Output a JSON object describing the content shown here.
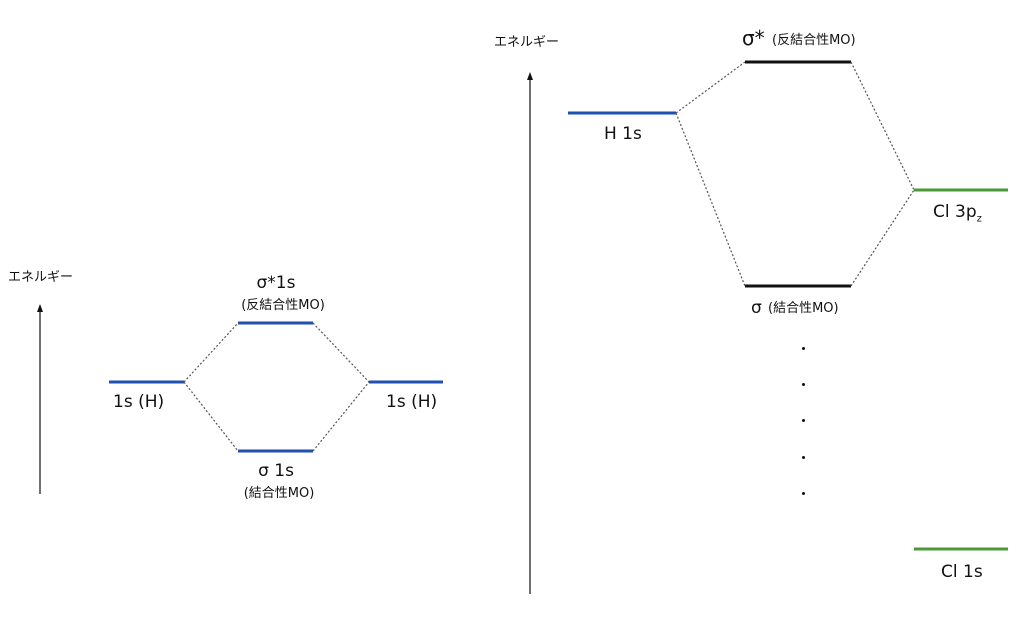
{
  "colors": {
    "h_level": "#1f4fb0",
    "cl_level": "#4a9a38",
    "mo_level": "#111111",
    "connector": "#555555"
  },
  "left_diagram": {
    "axis_label": "エネルギー",
    "levels": {
      "h_left": "1s (H)",
      "h_right": "1s (H)",
      "antibonding_symbol": "σ*1s",
      "antibonding_note": "(反結合性MO)",
      "bonding_symbol": "σ 1s",
      "bonding_note": "(結合性MO)"
    }
  },
  "right_diagram": {
    "axis_label": "エネルギー",
    "levels": {
      "h1s": "H 1s",
      "antibonding_symbol": "σ*",
      "antibonding_note": "(反結合性MO)",
      "bonding_symbol": "σ",
      "bonding_note": "(結合性MO)",
      "cl3p_main": "Cl 3p",
      "cl3p_sub": "z",
      "cl1s": "Cl 1s"
    }
  }
}
